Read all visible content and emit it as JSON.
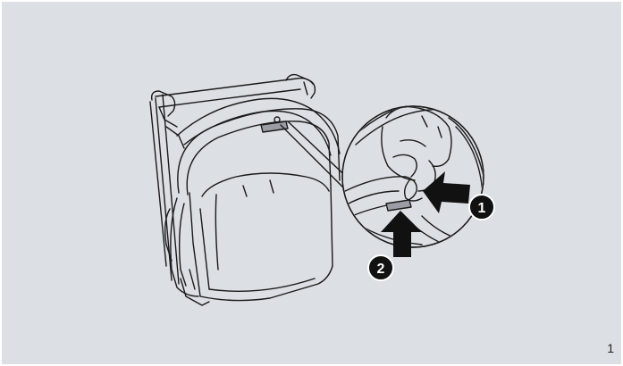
{
  "callouts": {
    "first": "1",
    "second": "2"
  },
  "page_number": "1",
  "colors": {
    "background": "#dcdfe3",
    "line": "#1a1a1a",
    "arrow": "#111111",
    "callout_fill": "#111111",
    "callout_text": "#ffffff"
  }
}
